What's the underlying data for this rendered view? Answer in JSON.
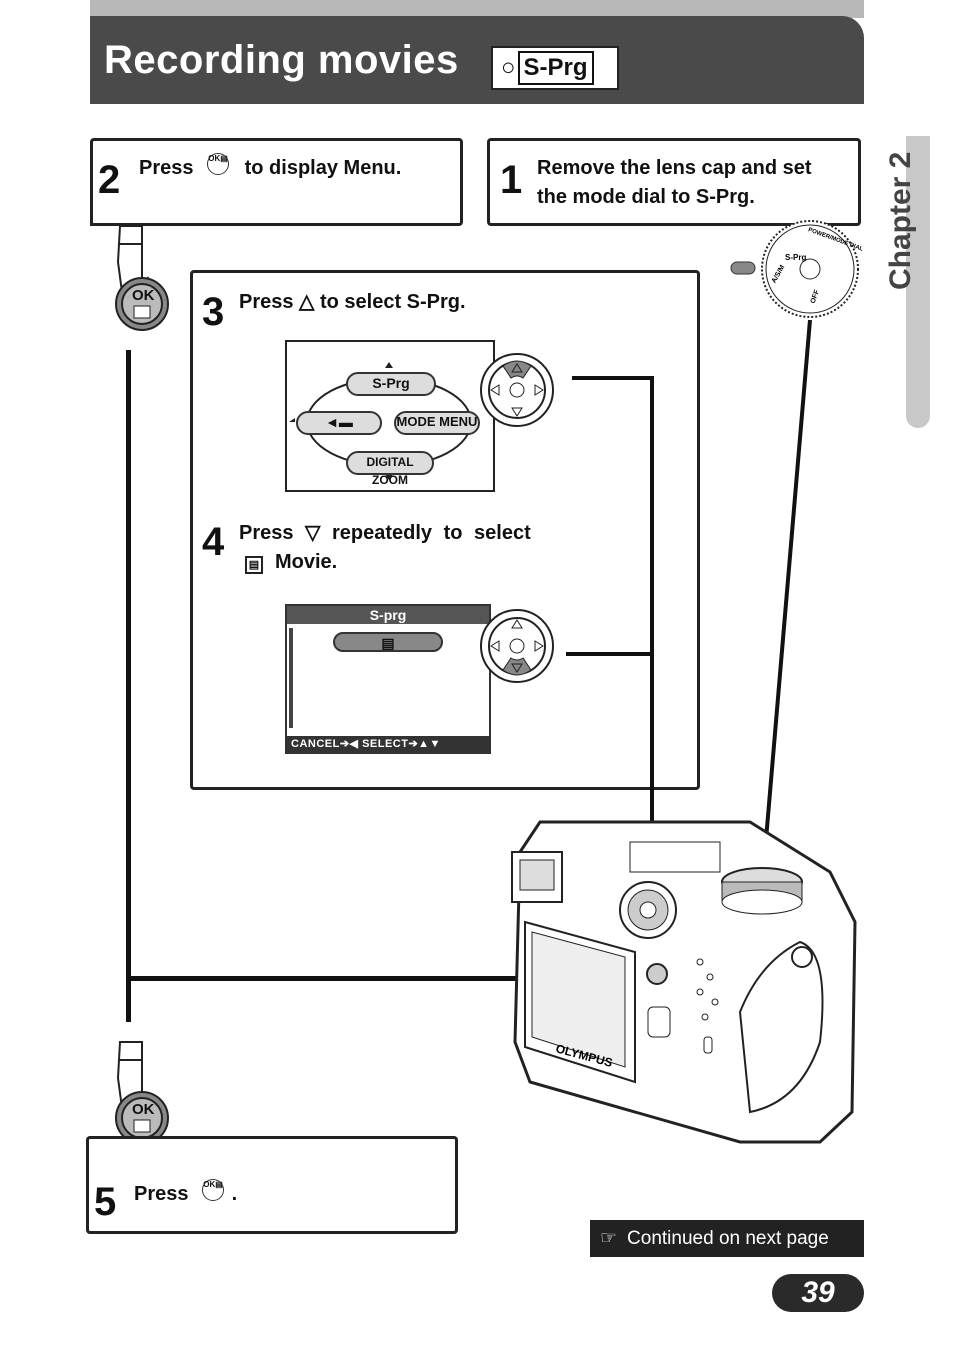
{
  "header": {
    "title": "Recording movies",
    "mode_badge": "S-Prg"
  },
  "chapter_tab": "Chapter 2",
  "steps": [
    {
      "num": "1",
      "text_line1": "Remove the lens cap and set",
      "text_line2": "the mode dial to S-Prg."
    },
    {
      "num": "2",
      "text_before": "Press",
      "text_after": "to display Menu."
    },
    {
      "num": "3",
      "text": "Press △ to select S-Prg."
    },
    {
      "num": "4",
      "text_line1": "Press ▽ repeatedly to select",
      "text_line2": "Movie."
    },
    {
      "num": "5",
      "text_before": "Press",
      "text_after": "."
    }
  ],
  "ok_icon_label": "OK",
  "menu": {
    "top": "S-Prg",
    "right": "MODE MENU",
    "bottom": "DIGITAL ZOOM"
  },
  "sprg_screen": {
    "title": "S-prg",
    "footer": "CANCEL➔◀ SELECT➔▲▼ GO➔OK"
  },
  "dial_labels": {
    "sprg": "S-Prg",
    "asm": "A/S/M",
    "off": "OFF",
    "ring": "POWER/MODE DIAL"
  },
  "camera_brand": "OLYMPUS",
  "continued": "Continued on next page",
  "page_number": "39"
}
